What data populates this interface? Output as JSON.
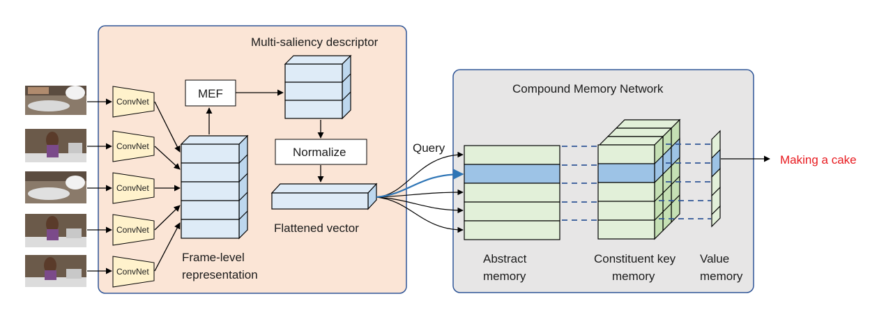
{
  "panels": {
    "left_title": "Multi-saliency descriptor",
    "right_title": "Compound Memory Network"
  },
  "labels": {
    "convnet": "ConvNet",
    "mef": "MEF",
    "normalize": "Normalize",
    "query": "Query",
    "flattened_vector": "Flattened vector",
    "frame_level_1": "Frame-level",
    "frame_level_2": "representation",
    "abstract_1": "Abstract",
    "abstract_2": "memory",
    "constituent_1": "Constituent key",
    "constituent_2": "memory",
    "value_1": "Value",
    "value_2": "memory",
    "output": "Making a cake"
  },
  "colors": {
    "left_panel_fill": "#fbe5d6",
    "right_panel_fill": "#e7e6e6",
    "panel_stroke": "#2f5597",
    "frame_blue": "#deebf7",
    "memory_green": "#e2f0d9",
    "highlight_blue": "#9dc3e6",
    "convnet_fill": "#fff2cc",
    "output_red": "#e8191e"
  }
}
